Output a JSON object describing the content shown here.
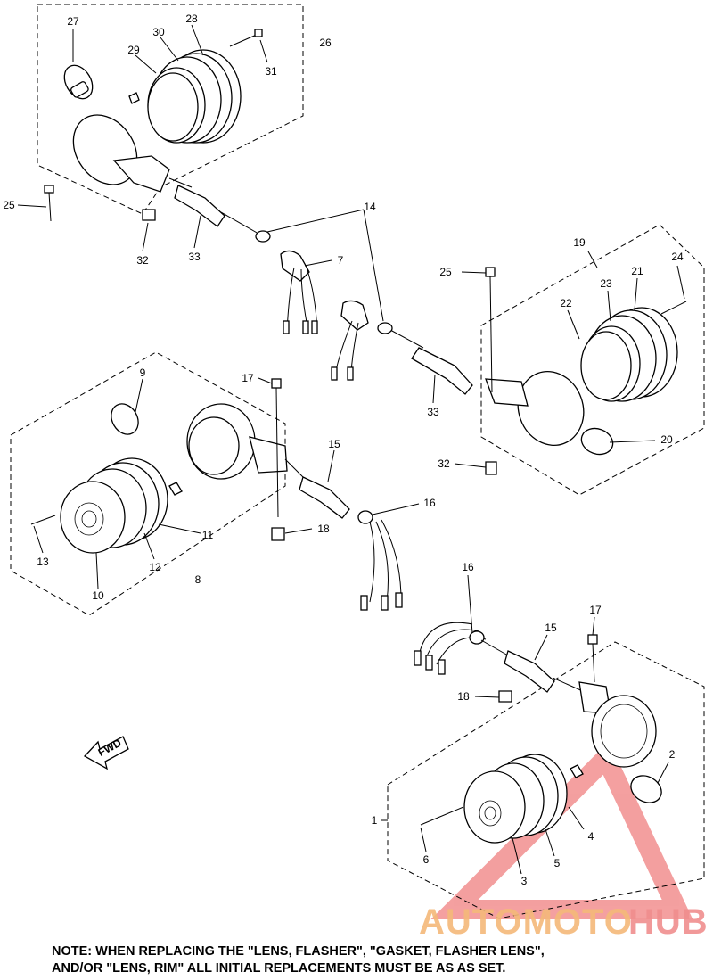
{
  "callouts": [
    "27",
    "28",
    "30",
    "29",
    "26",
    "31",
    "25",
    "32",
    "33",
    "14",
    "7",
    "19",
    "25",
    "24",
    "21",
    "23",
    "22",
    "20",
    "32",
    "33",
    "9",
    "17",
    "15",
    "16",
    "18",
    "13",
    "12",
    "11",
    "10",
    "8",
    "16",
    "15",
    "17",
    "18",
    "2",
    "1",
    "6",
    "4",
    "5",
    "3"
  ],
  "fwd_label": "FWD",
  "watermark": {
    "part1": "AUTOMOTO",
    "part2": "HUB",
    "color1": "#f5b97a",
    "color2": "#f08e8e",
    "triangle_color": "#f08080"
  },
  "note": {
    "line1": "NOTE: WHEN REPLACING THE  \"LENS, FLASHER\", \"GASKET, FLASHER LENS\",",
    "line2": "AND/OR \"LENS, RIM\" ALL INITIAL REPLACEMENTS MUST BE AS AS SET."
  }
}
